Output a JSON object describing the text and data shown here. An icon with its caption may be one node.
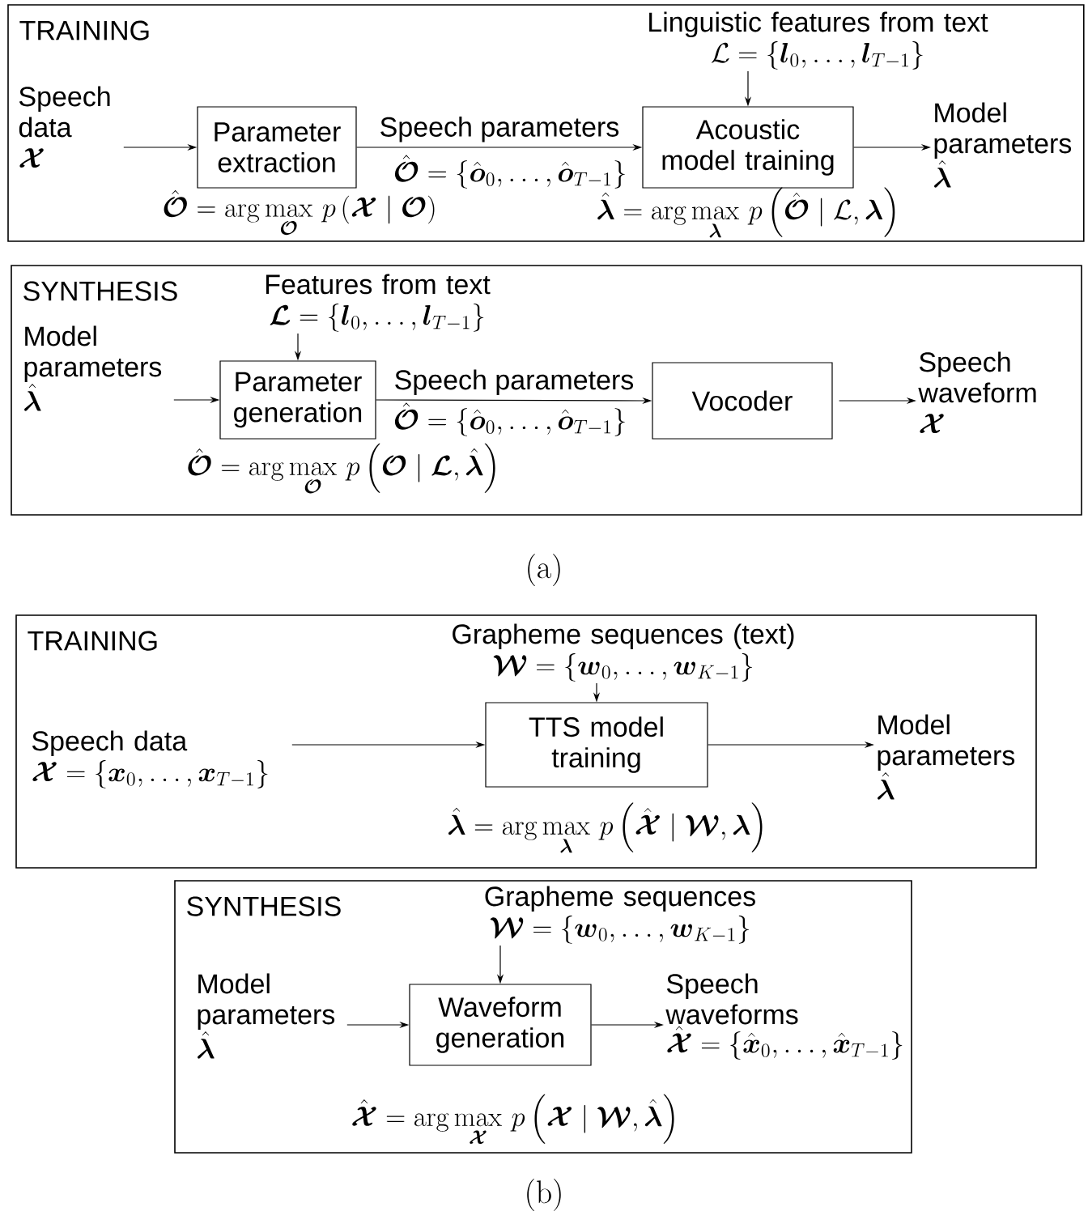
{
  "diagram": {
    "nodes": [
      {
        "text": [
          "TRAINING"
        ]
      },
      {
        "text": [
          "Speech data",
          "\\boldsymbol{\\mathcal{X}}"
        ],
        "in": 0
      },
      {
        "text": [
          "Parameter extraction"
        ],
        "in": 0,
        "beside": [
          "\\hat{\\boldsymbol{\\mathcal{O}}}=\\arg\\max\\limits_{\\boldsymbol{\\mathcal{O}}}\\,p\\left(\\boldsymbol{\\mathcal{X}}\\mid\\boldsymbol{\\mathcal{O}}\\right)"
        ]
      },
      {
        "text": [
          "Acoustic model training"
        ],
        "in": 0,
        "beside": [
          "\\hat{\\boldsymbol{\\lambda}}=\\arg\\max\\limits_{\\boldsymbol{\\lambda}}\\,p\\left(\\hat{\\boldsymbol{\\mathcal{O}}}\\mid\\mathcal{L},\\boldsymbol{\\lambda}\\right)"
        ]
      },
      {
        "text": [
          "Linguistic features from text",
          "\\mathcal{L}=\\{\\boldsymbol{l}_0,\\ldots,\\boldsymbol{l}_{T-1}\\}"
        ],
        "in": 0
      },
      {
        "text": [
          "Model parameters",
          "\\hat{\\boldsymbol{\\lambda}}"
        ],
        "in": 0
      },
      {
        "text": [
          "SYNTHESIS"
        ]
      },
      {
        "text": [
          "Model parameters",
          "\\hat{\\boldsymbol{\\lambda}}"
        ],
        "in": 6
      },
      {
        "text": [
          "Features from text",
          "\\boldsymbol{\\mathcal{L}}=\\{\\boldsymbol{l}_0,\\ldots,\\boldsymbol{l}_{T-1}\\}"
        ],
        "in": 6
      },
      {
        "text": [
          "Parameter generation"
        ],
        "in": 6,
        "beside": [
          "\\hat{\\boldsymbol{\\mathcal{O}}}=\\arg\\max\\limits_{\\boldsymbol{\\mathcal{O}}}\\,p\\left(\\boldsymbol{\\mathcal{O}}\\mid\\boldsymbol{\\mathcal{L}},\\hat{\\boldsymbol{\\lambda}}\\right)"
        ]
      },
      {
        "text": [
          "Vocoder"
        ],
        "in": 6
      },
      {
        "text": [
          "Speech waveform",
          "\\boldsymbol{\\mathcal{X}}"
        ],
        "in": 6
      },
      {
        "text": [
          "TRAINING"
        ]
      },
      {
        "text": [
          "Speech data",
          "\\boldsymbol{\\mathcal{X}}=\\{\\boldsymbol{x}_0,\\ldots,\\boldsymbol{x}_{T-1}\\}"
        ],
        "in": 12
      },
      {
        "text": [
          "Grapheme sequences (text)",
          "\\boldsymbol{\\mathcal{W}}=\\{\\boldsymbol{w}_0,\\ldots,\\boldsymbol{w}_{K-1}\\}"
        ],
        "in": 12
      },
      {
        "text": [
          "TTS model training"
        ],
        "in": 12,
        "beside": [
          "\\hat{\\boldsymbol{\\lambda}}=\\arg\\max\\limits_{\\boldsymbol{\\lambda}}\\,p\\left(\\hat{\\boldsymbol{\\mathcal{X}}}\\mid\\boldsymbol{\\mathcal{W}},\\boldsymbol{\\lambda}\\right)"
        ]
      },
      {
        "text": [
          "Model parameters",
          "\\hat{\\boldsymbol{\\lambda}}"
        ],
        "in": 12
      },
      {
        "text": [
          "SYNTHESIS"
        ]
      },
      {
        "text": [
          "Model parameters",
          "\\hat{\\boldsymbol{\\lambda}}"
        ],
        "in": 17
      },
      {
        "text": [
          "Grapheme sequences",
          "\\boldsymbol{\\mathcal{W}}=\\{\\boldsymbol{w}_0,\\ldots,\\boldsymbol{w}_{K-1}\\}"
        ],
        "in": 17
      },
      {
        "text": [
          "Waveform generation"
        ],
        "in": 17,
        "beside": [
          "\\hat{\\boldsymbol{\\mathcal{X}}}=\\arg\\max\\limits_{\\boldsymbol{\\mathcal{X}}}\\,p\\left(\\boldsymbol{\\mathcal{X}}\\mid\\boldsymbol{\\mathcal{W}},\\hat{\\boldsymbol{\\lambda}}\\right)"
        ]
      },
      {
        "text": [
          "Speech waveforms",
          "\\hat{\\boldsymbol{\\mathcal{X}}}=\\{\\hat{\\boldsymbol{x}}_0,\\ldots,\\hat{\\boldsymbol{x}}_{T-1}\\}"
        ],
        "in": 17
      }
    ],
    "edges": [
      {
        "from": 1,
        "to": 2,
        "arrow": "to"
      },
      {
        "from": 2,
        "to": 3,
        "arrow": "to",
        "label": "Speech parameters"
      },
      {
        "from": 4,
        "to": 3,
        "arrow": "to"
      },
      {
        "from": 3,
        "to": 5,
        "arrow": "to"
      },
      {
        "from": 7,
        "to": 9,
        "arrow": "to"
      },
      {
        "from": 8,
        "to": 9,
        "arrow": "to"
      },
      {
        "from": 9,
        "to": 10,
        "arrow": "to",
        "label": "Speech parameters"
      },
      {
        "from": 10,
        "to": 11,
        "arrow": "to"
      },
      {
        "from": 13,
        "to": 15,
        "arrow": "to"
      },
      {
        "from": 14,
        "to": 15,
        "arrow": "to"
      },
      {
        "from": 15,
        "to": 16,
        "arrow": "to"
      },
      {
        "from": 18,
        "to": 20,
        "arrow": "to"
      },
      {
        "from": 19,
        "to": 20,
        "arrow": "to"
      },
      {
        "from": 20,
        "to": 21,
        "arrow": "to"
      }
    ],
    "labels": [
      "\\hat{\\boldsymbol{\\mathcal{O}}}=\\{\\hat{\\boldsymbol{o}}_0,\\ldots,\\hat{\\boldsymbol{o}}_{T-1}\\}",
      "\\hat{\\boldsymbol{\\mathcal{O}}}=\\{\\hat{\\boldsymbol{o}}_0,\\ldots,\\hat{\\boldsymbol{o}}_{T-1}\\}",
      "(a)",
      "(b)"
    ]
  }
}
